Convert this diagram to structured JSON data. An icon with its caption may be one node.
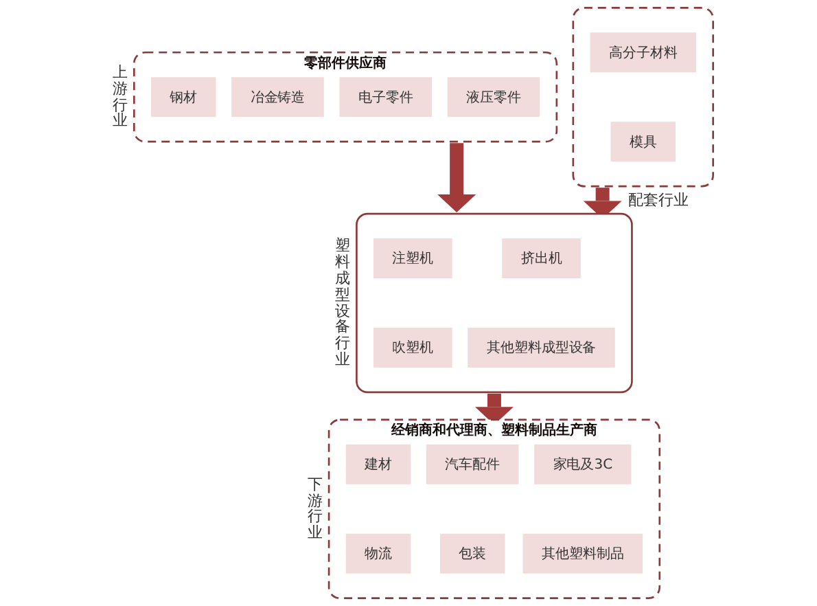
{
  "diagram": {
    "nodes": [
      {
        "text": [
          "零部件供应商"
        ],
        "beside": [
          "上游行业"
        ]
      },
      {
        "text": [
          "钢材"
        ],
        "in": 0
      },
      {
        "text": [
          "冶金铸造"
        ],
        "in": 0
      },
      {
        "text": [
          "电子零件"
        ],
        "in": 0
      },
      {
        "text": [
          "液压零件"
        ],
        "in": 0
      },
      {
        "text": [],
        "shape": "box",
        "beside": [
          "塑料成型设备行业"
        ]
      },
      {
        "text": [
          "注塑机"
        ],
        "in": 5
      },
      {
        "text": [
          "挤出机"
        ],
        "in": 5
      },
      {
        "text": [
          "吹塑机"
        ],
        "in": 5
      },
      {
        "text": [
          "其他塑料成型设备"
        ],
        "in": 5
      },
      {
        "text": [],
        "shape": "box",
        "beside": [
          "配套行业"
        ]
      },
      {
        "text": [
          "高分子材料"
        ],
        "in": 10
      },
      {
        "text": [
          "模具"
        ],
        "in": 10
      },
      {
        "text": [
          "经销商和代理商、塑料制品生产商"
        ],
        "beside": [
          "下游行业"
        ]
      },
      {
        "text": [
          "建材"
        ],
        "in": 13
      },
      {
        "text": [
          "汽车配件"
        ],
        "in": 13
      },
      {
        "text": [
          "家电及3C"
        ],
        "in": 13
      },
      {
        "text": [
          "物流"
        ],
        "in": 13
      },
      {
        "text": [
          "包装"
        ],
        "in": 13
      },
      {
        "text": [
          "其他塑料制品"
        ],
        "in": 13
      }
    ],
    "edges": [
      {
        "from": 0,
        "to": 5,
        "arrow": "to"
      },
      {
        "from": 10,
        "to": 5,
        "arrow": "to"
      },
      {
        "from": 5,
        "to": 13,
        "arrow": "to"
      }
    ]
  }
}
